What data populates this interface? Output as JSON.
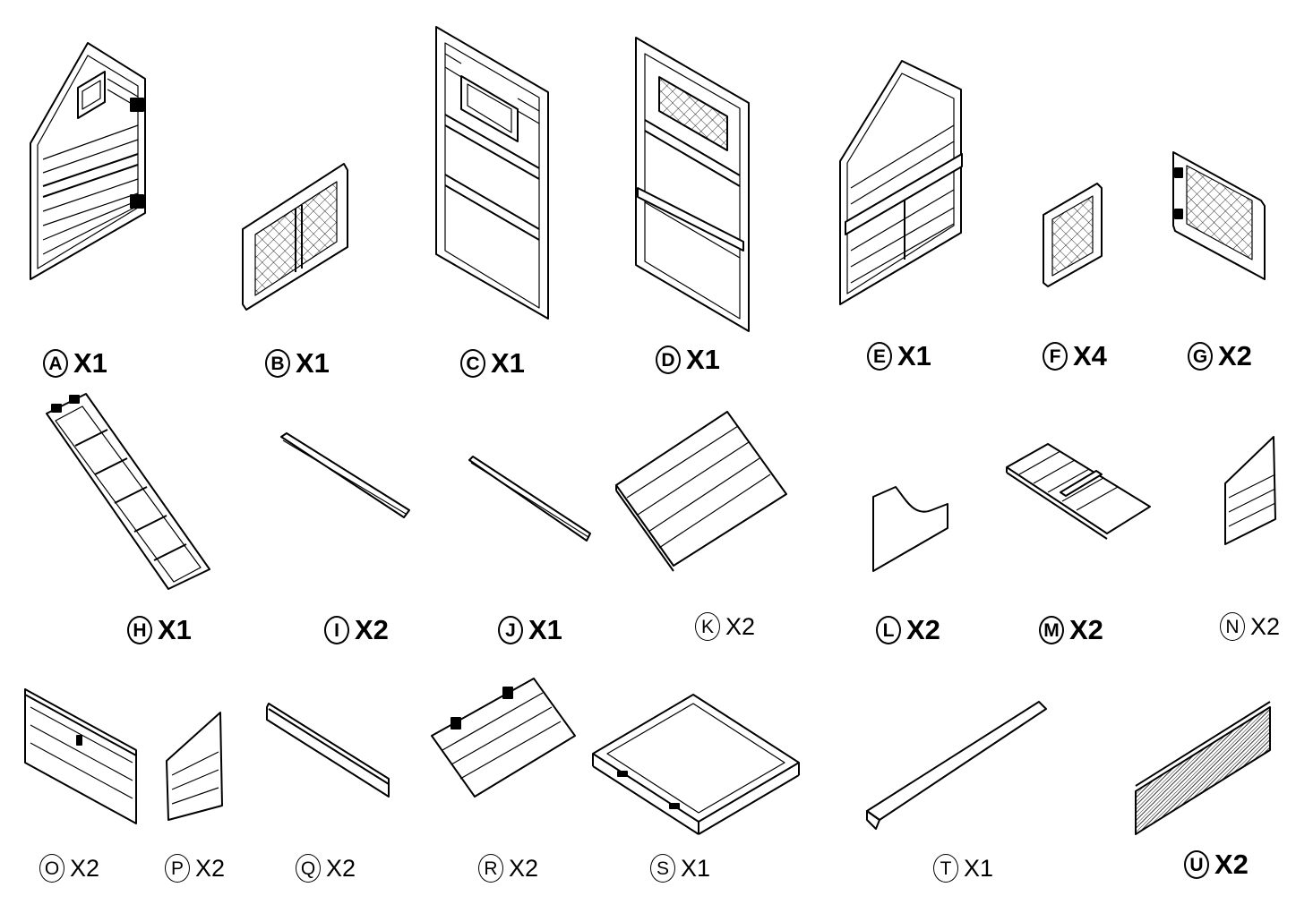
{
  "parts": [
    {
      "letter": "A",
      "qty": "X1"
    },
    {
      "letter": "B",
      "qty": "X1"
    },
    {
      "letter": "C",
      "qty": "X1"
    },
    {
      "letter": "D",
      "qty": "X1"
    },
    {
      "letter": "E",
      "qty": "X1"
    },
    {
      "letter": "F",
      "qty": "X4"
    },
    {
      "letter": "G",
      "qty": "X2"
    },
    {
      "letter": "H",
      "qty": "X1"
    },
    {
      "letter": "I",
      "qty": "X2"
    },
    {
      "letter": "J",
      "qty": "X1"
    },
    {
      "letter": "K",
      "qty": "X2"
    },
    {
      "letter": "L",
      "qty": "X2"
    },
    {
      "letter": "M",
      "qty": "X2"
    },
    {
      "letter": "N",
      "qty": "X2"
    },
    {
      "letter": "O",
      "qty": "X2"
    },
    {
      "letter": "P",
      "qty": "X2"
    },
    {
      "letter": "Q",
      "qty": "X2"
    },
    {
      "letter": "R",
      "qty": "X2"
    },
    {
      "letter": "S",
      "qty": "X1"
    },
    {
      "letter": "T",
      "qty": "X1"
    },
    {
      "letter": "U",
      "qty": "X2"
    }
  ]
}
